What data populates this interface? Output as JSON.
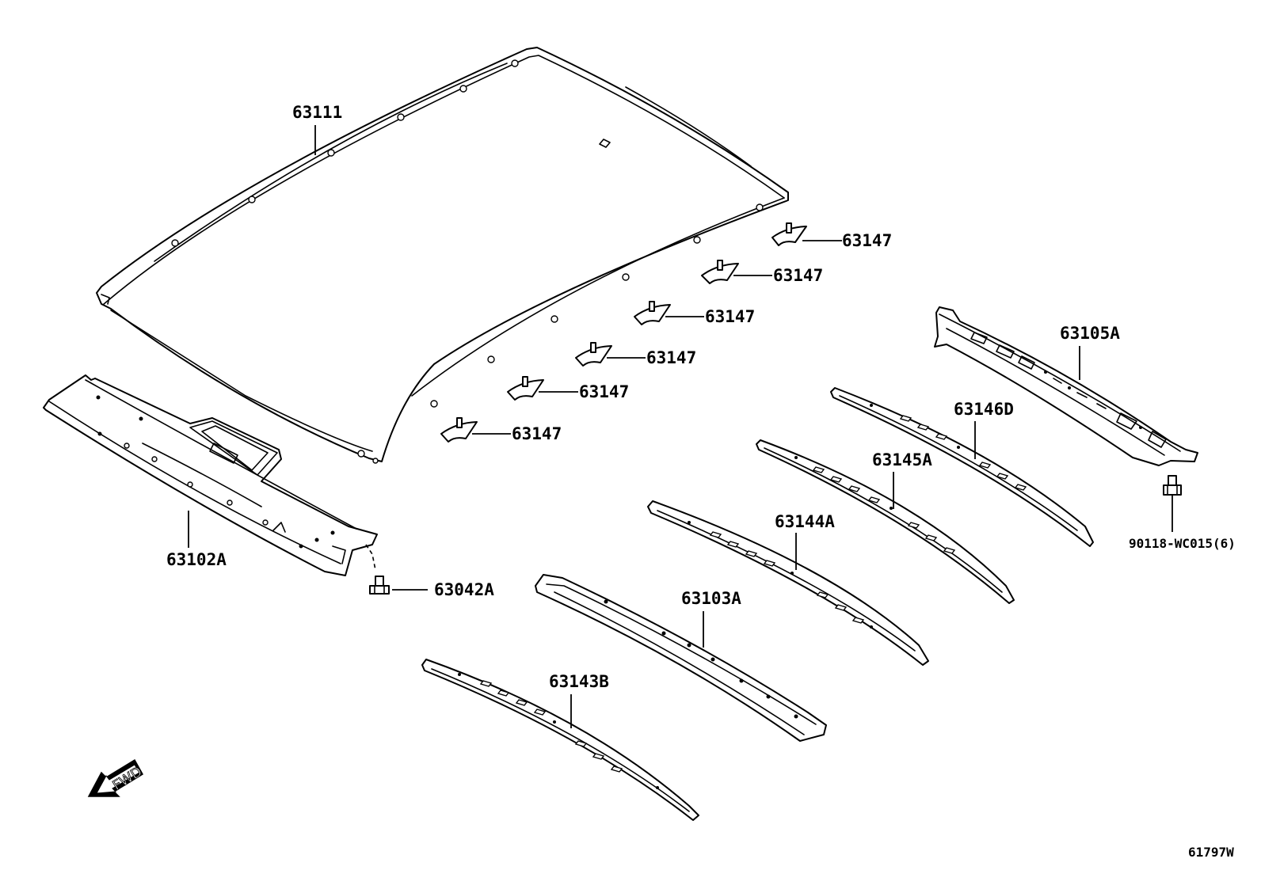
{
  "labels": {
    "roof_panel": "63111",
    "reinforcement_front": "63102A",
    "reinforcement_rear": "63105A",
    "clip_1": "63147",
    "clip_2": "63147",
    "clip_3": "63147",
    "clip_4": "63147",
    "clip_5": "63147",
    "clip_6": "63147",
    "bow_d": "63146D",
    "bow_a5": "63145A",
    "bow_a4": "63144A",
    "bow_a3": "63103A",
    "bow_b3": "63143B",
    "nut_front": "63042A",
    "bolt_rear": "90118-WC015(6)",
    "fwd": "FWD",
    "diagram_code": "61797W"
  },
  "icons": {
    "fwd_arrow": "fwd-arrow-icon"
  }
}
